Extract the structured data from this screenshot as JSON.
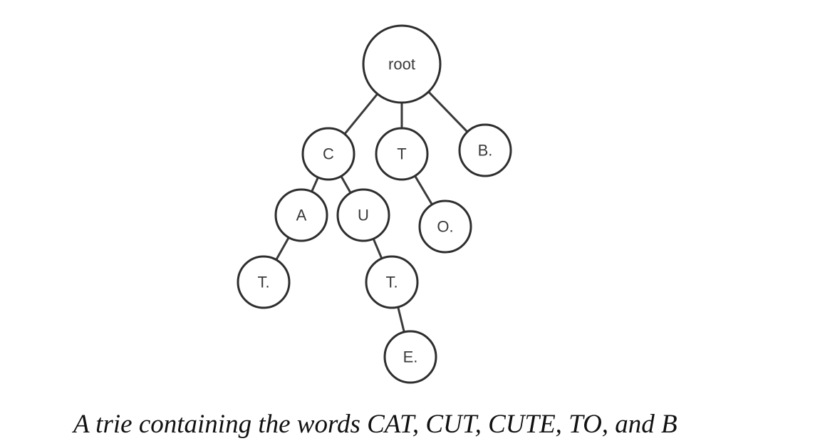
{
  "diagram": {
    "nodes": [
      {
        "id": "root",
        "label": "root",
        "parent": null
      },
      {
        "id": "c",
        "label": "C",
        "parent": "root"
      },
      {
        "id": "t1",
        "label": "T",
        "parent": "root"
      },
      {
        "id": "b",
        "label": "B.",
        "parent": "root"
      },
      {
        "id": "a",
        "label": "A",
        "parent": "c"
      },
      {
        "id": "u",
        "label": "U",
        "parent": "c"
      },
      {
        "id": "o",
        "label": "O.",
        "parent": "t1"
      },
      {
        "id": "t2",
        "label": "T.",
        "parent": "a"
      },
      {
        "id": "t3",
        "label": "T.",
        "parent": "u"
      },
      {
        "id": "e",
        "label": "E.",
        "parent": "t3"
      }
    ],
    "caption": "A trie containing the words CAT, CUT, CUTE, TO, and B"
  }
}
